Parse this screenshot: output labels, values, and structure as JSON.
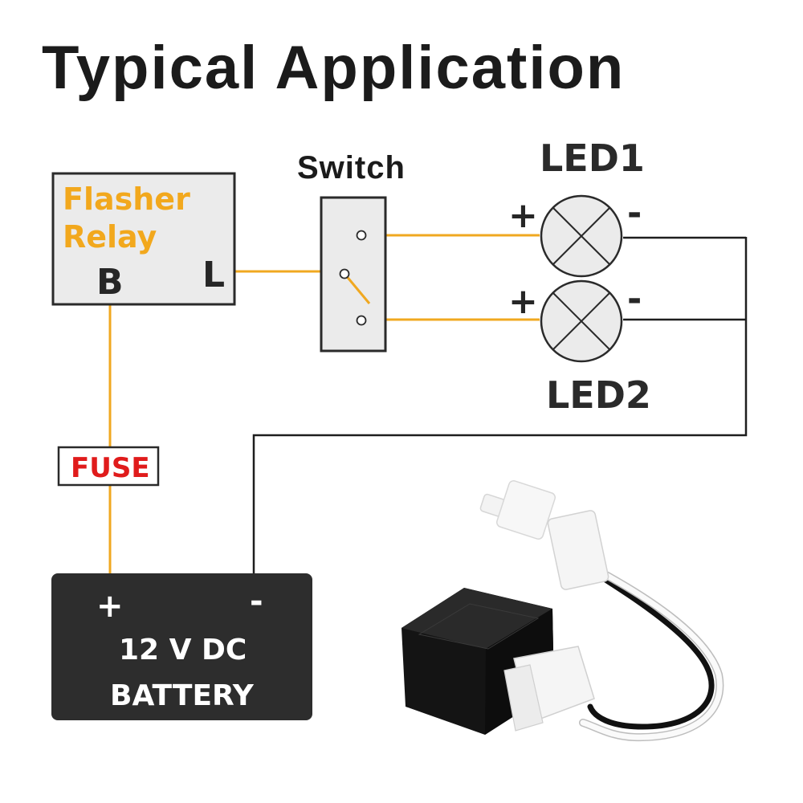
{
  "title": "Typical Application",
  "colors": {
    "wire_positive": "#f0a820",
    "wire_negative": "#1e1e1e",
    "relay_label": "#f2a81d",
    "fuse_label": "#e01b1b",
    "component_fill": "#ebebeb",
    "battery_fill": "#2d2d2d"
  },
  "flasher_relay": {
    "label_line1": "Flasher",
    "label_line2": "Relay",
    "pin_b": "B",
    "pin_l": "L"
  },
  "switch": {
    "label": "Switch"
  },
  "leds": [
    {
      "label": "LED1",
      "plus": "+",
      "minus": "-"
    },
    {
      "label": "LED2",
      "plus": "+",
      "minus": "-"
    }
  ],
  "fuse": {
    "label": "FUSE"
  },
  "battery": {
    "plus": "+",
    "minus": "-",
    "line1": "12 V DC",
    "line2": "BATTERY"
  },
  "product_photo": {
    "description": "black LED flasher relay with white 2-pin connector and black/white wires"
  }
}
